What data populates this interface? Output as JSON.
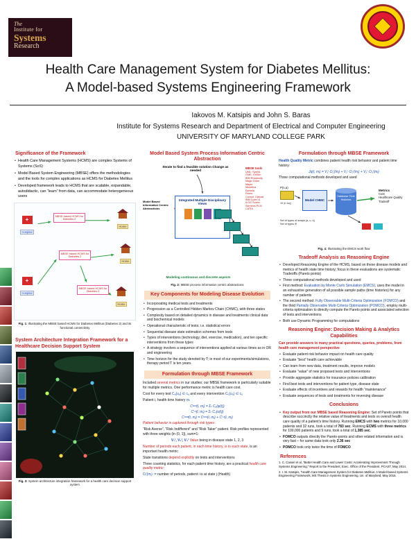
{
  "header": {
    "isr_logo": {
      "line1": "The",
      "line2": "Institute for",
      "line3": "Systems",
      "line4": "Research"
    },
    "title_line1": "Health Care Management System for Diabetes Mellitus:",
    "title_line2": "A Model-based Systems Engineering Framework",
    "authors": "Iakovos M. Katsipis and John S. Baras",
    "affiliation": "Institute for Systems Research and Department of Electrical and Computer Engineering",
    "university": "UNIVERSITY OF MARYLAND COLLEGE PARK"
  },
  "colors": {
    "accent_red": "#c32222",
    "formula_blue": "#1e4fae",
    "umd_red": "#e21833",
    "umd_gold": "#ffd200"
  },
  "filmstrip": {
    "colors": [
      "#2da84f",
      "#8f1f2e",
      "#c03028",
      "#5b6e2e",
      "#274e8d",
      "#9aa4ad",
      "#1b1f24",
      "#1f8f86",
      "#2b3fa0",
      "#7a3fa0",
      "#c95f8e",
      "#b22222",
      "#2da84f",
      "#24303a"
    ]
  },
  "left": {
    "significance": {
      "heading": "Significance of the Framework",
      "bullets": [
        "Health Care Management Systems (HCMS) are complex Systems of Systems (SoS)",
        "Model Based System Engineering (MBSE) offers the methodologies and the tools for complex applications as HCMS for Diabetes Mellitus",
        "Developed framework leads to HCMS that are scalable, expandable, autodidactic, can “learn” from data, can accommodate heterogeneous users"
      ]
    },
    "fig1": {
      "hospital_label": "Hospital",
      "home_label": "Home",
      "mbse_label": "MBSE based HCMS for Diabetes 2",
      "caption": [
        {
          "t": "Fig. 1:",
          "c": "bold"
        },
        {
          "t": " Illustrating the MBSE based HCMS for Diabetes Mellitus (Diabetes 2) and its functional connectivity"
        }
      ]
    },
    "sysarch_heading": "System Architecture Integration Framework for a Healthcare Decision Support System",
    "fig3_caption": [
      {
        "t": "Fig. 3:",
        "c": "bold"
      },
      {
        "t": " System architecture integration framework for a health care decision support system"
      }
    ]
  },
  "middle": {
    "process": {
      "heading": "Model Based System Process Information Centric Abstraction",
      "iterate_note": "Iterate to find a feasible solution Change as needed",
      "abstractions_label": "Model Based Information Centric Abstractions",
      "views_label": "Integrated Multiple Disciplinary Views",
      "tools_title": "MBSE tools",
      "tools": [
        "UML: SysML",
        "GME: GriSim",
        "IBM Rhapsody",
        "Magic Draw",
        "Maple",
        "Modelica",
        "Dymola",
        "Doors",
        "Consol: Optcad",
        "IBM Cplex &",
        "ILOG Solver",
        "Siemens PLM",
        "CATIA"
      ],
      "modeling_note": "Modeling continuous and discrete aspects",
      "caption": [
        {
          "t": "Fig. 2:",
          "c": "bold"
        },
        {
          "t": " MBSE process information centric abstractions"
        }
      ]
    },
    "keycomp": {
      "heading": "Key Components for Modeling Disease Evolution",
      "bullets": [
        "Incorporating medical tests and treatments",
        "Progression as a Controlled Hidden Markov Chain (CHMC), with three states",
        "Complexity based on detailed dynamics in disease and treatments clinical data and biochemical models",
        "Operational characteristic of tests; i.e. statistical errors",
        "Sequential disease state estimation schemes from tests",
        "Types of interventions (technology, diet, exercise, medication), and ten specific interventions from these types",
        "A strategy involves a sequence of interventions applied at various times as in OR and engineering",
        "Time horizon for the study denoted by T; in most of our experiments/simulations, therapy period T is ten years."
      ]
    },
    "formulation": {
      "heading": "Formulation through MBSE Framework",
      "p1": [
        {
          "t": "Included "
        },
        {
          "t": "several metrics",
          "c": "red"
        },
        {
          "t": " in our studies; our MBSE framework is particularly suitable for multiple metrics. One performance metric is health care cost."
        }
      ],
      "p2": [
        {
          "t": "Cost for every test "
        },
        {
          "t": "Cₐ(uₐ) ∈ cₐ",
          "c": "blue"
        },
        {
          "t": " and every intervention "
        },
        {
          "t": "Cᵤ(uᵤ) ∈ cᵤ",
          "c": "blue"
        }
      ],
      "p3": [
        {
          "t": "Patient i, health time history "
        },
        {
          "t": "mᵢ",
          "c": "blue"
        }
      ],
      "f1": "Cᵗᵉˢᵗ(i, mᵢ) = Σₜ Cₐ(φ(t))",
      "f2": "Cⁱⁿᵗ(i, mᵢ) = Σₜ Cᵤ(u(t))",
      "f3": "Cᵗᵒᵗᵃˡ(i, mᵢ) = Cᵗᵉˢᵗ(i, mᵢ) + Cⁱⁿᵗ(i, mᵢ)",
      "p4": [
        {
          "t": "Patient behavior is captured through risk types:",
          "c": "red italic"
        }
      ],
      "p5": [
        {
          "t": "“Risk Averse”, “Risk Indifferent” and “Risk Taker” patient. Risk profiles represented with three weights (in (0, 1]), sum=1:"
        }
      ],
      "p6": [
        {
          "t": "V₁ⁱ, V₂ⁱ, V₃ⁱ  ",
          "c": "blue bold"
        },
        {
          "t": "Value",
          "c": "red"
        },
        {
          "t": " being in disease state 1, 2, 3"
        }
      ],
      "p7": [
        {
          "t": "Number of periods each patient, in each time history, is in each state,",
          "c": "red"
        },
        {
          "t": " is an important health metric"
        }
      ],
      "p8": [
        {
          "t": "State transitions "
        },
        {
          "t": "depend explicitly",
          "c": "red"
        },
        {
          "t": " on tests and interventions"
        }
      ],
      "p9": [
        {
          "t": "Three counting statistics, for each patient time history, are a practical "
        },
        {
          "t": "health care quality metric",
          "c": "red italic"
        },
        {
          "t": ":"
        }
      ],
      "p10": [
        {
          "t": "Oⱼⁱ(mᵢ) := ",
          "c": "blue"
        },
        {
          "t": "number of periods, patient i is at state j (Health)"
        }
      ]
    }
  },
  "right": {
    "formulation2": {
      "heading": "Formulation through MBSE Framework",
      "p1": [
        {
          "t": "Health Quality Metric",
          "c": "blue bold"
        },
        {
          "t": " combines patient health risk behavior and patient time history:"
        }
      ],
      "formula": "Jq(i, mᵢ) = V₁ⁱ·O₁ⁱ(mᵢ) + V₂ⁱ·O₂ⁱ(mᵢ) + V₃ⁱ·O₃ⁱ(mᵢ)",
      "methods_line": [
        {
          "t": "Three computational methods developed and used"
        }
      ]
    },
    "fig4": {
      "psa_label": "P(s,a)",
      "sim_note": "10 yr avg",
      "model_label": "Model CHMC",
      "db_label": "Database Time Histories",
      "metrics_title": "Metrics",
      "metrics": [
        "Cost",
        "Healthcare Quality",
        "Tradeoff"
      ],
      "note1": "Set of types of arrays {a, u, s}",
      "note2": "Set of types Φ",
      "caption": [
        {
          "t": "Fig. 4:",
          "c": "bold"
        },
        {
          "t": " Illustrating the EMCS work flow"
        }
      ]
    },
    "tradeoff": {
      "heading": "Tradeoff Analysis as Reasoning Engine",
      "bullets": [
        [
          {
            "t": "Developed Reasoning Engine of the HCMS, based on these disease models and metrics of health state time history; focus in these evaluations are systematic Tradeoffs (Pareto points)"
          }
        ],
        [
          {
            "t": "Three computational methods developed and used"
          }
        ],
        [
          {
            "t": "First method: "
          },
          {
            "t": "Evaluation by Monte Carlo Simulation (EMCS)",
            "c": "blue"
          },
          {
            "t": ", uses the model in an exhaustive generation of all possible sample paths (time histories) for any number of patients"
          }
        ],
        [
          {
            "t": "The second method: "
          },
          {
            "t": "Fully Observable Multi-Criteria Optimization (FOMCO)",
            "c": "blue"
          },
          {
            "t": " and the third "
          },
          {
            "t": "Partially Observable Multi-Criteria Optimization (POMCO)",
            "c": "blue"
          },
          {
            "t": ", employ multi-criteria optimization to directly compute the Pareto points and associated selection of tests and interventions"
          }
        ],
        [
          {
            "t": "Both use Dynamic Programming for computations"
          }
        ]
      ]
    },
    "reasoning": {
      "heading": "Reasoning Engine: Decision Making & Analytics Capabilities",
      "lead": [
        {
          "t": "Can provide answers to many practical questions, queries, problems, from health care management perspective",
          "c": "red bold"
        }
      ],
      "bullets": [
        "Evaluate patient risk behavior impact on health care quality",
        "Evaluate “best” health care achievable",
        "Can learn from new data, treatment results, improve models",
        "Evaluate “value” of new proposed tests and interventions",
        "Provide aggregate statistics for insurance policies calibration",
        "Find best tests and interventions for patient type, disease state",
        "Evaluate effects of incentives and rewards for health “maintenance”",
        "Evaluate sequences of tests and treatments for reversing disease"
      ]
    },
    "conclusions": {
      "heading": "Conclusions",
      "bullets": [
        [
          {
            "t": "Key output from our MBSE based Reasoning Engine:",
            "c": "red bold"
          },
          {
            "t": " Set of Pareto points that describe succinctly the relative value of treatments and tests vs overall health care quality of a patient's time history. Running "
          },
          {
            "t": "EMCS",
            "c": "bold"
          },
          {
            "t": " with "
          },
          {
            "t": "two",
            "c": "bold"
          },
          {
            "t": " metrics for 10,000 patients and 32 runs, took a total of "
          },
          {
            "t": "783 sec",
            "c": "bold"
          },
          {
            "t": ". Running "
          },
          {
            "t": "ECMS",
            "c": "bold"
          },
          {
            "t": " with "
          },
          {
            "t": "three metrics",
            "c": "bold"
          },
          {
            "t": " for 100,000 patients and 9 runs, took a total of "
          },
          {
            "t": "1,385 sec",
            "c": "bold"
          },
          {
            "t": "."
          }
        ],
        [
          {
            "t": "FOMCO",
            "c": "bold"
          },
          {
            "t": " outputs directly the Pareto-points and other related information and is very fast – for same data took only "
          },
          {
            "t": "2.36 sec",
            "c": "bold"
          }
        ],
        [
          {
            "t": "POMCO",
            "c": "bold"
          },
          {
            "t": " took only twice the time of "
          },
          {
            "t": "FOMCO",
            "c": "bold"
          }
        ]
      ]
    },
    "references": {
      "heading": "References",
      "items": [
        "1. C. Cassel et al, “Better Health Care and Lower Costs: Accelerating Improvement Through Systems Engineering,” Report to the President, Exec. Office of the President, PCAST, May 2014.",
        "2. I. M. Katsipis, “Health Care Management System for Diabetes Mellitus: A Model-based Systems Engineering Framework, MS Thesis in Systems Engineering, Un. of Maryland, May 2015."
      ]
    }
  }
}
